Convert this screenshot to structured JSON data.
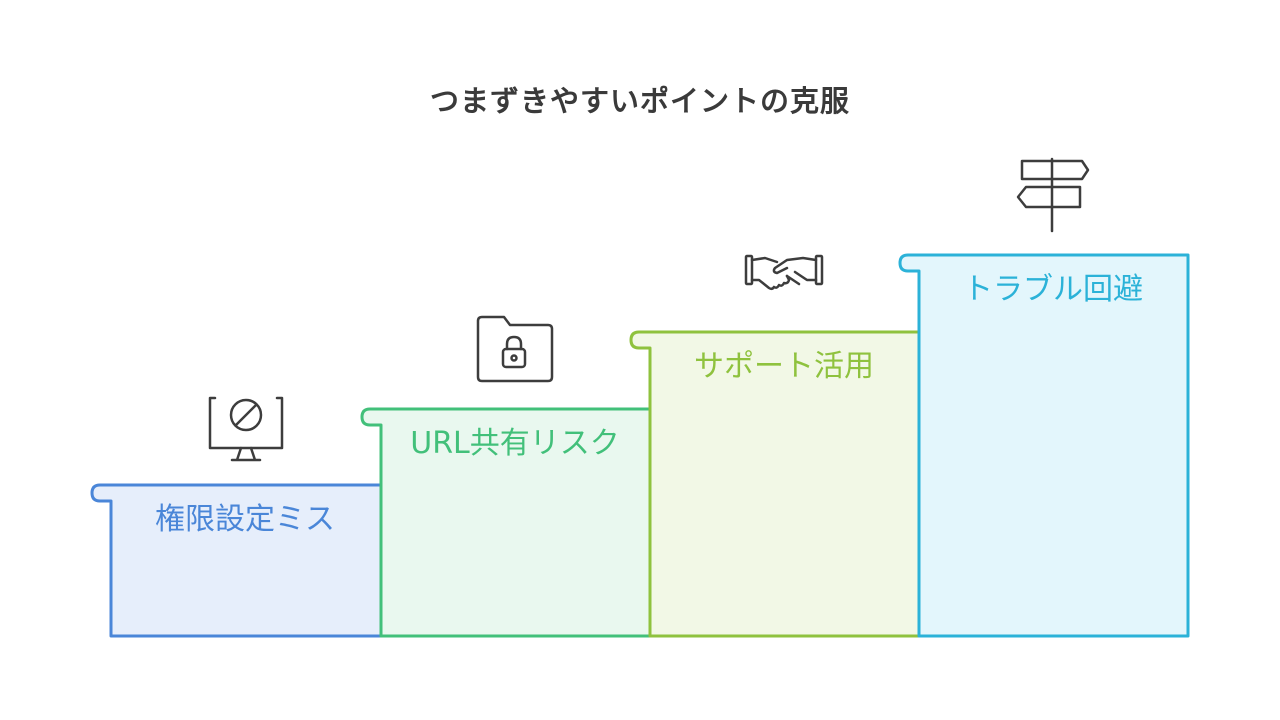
{
  "title": "つまずきやすいポイントの克服",
  "steps": [
    {
      "label": "権限設定ミス",
      "icon": "blocked-monitor-icon",
      "stroke": "#4a86d8",
      "fill": "#e6eefb",
      "text_color": "#4a86d8"
    },
    {
      "label": "URL共有リスク",
      "icon": "locked-folder-icon",
      "stroke": "#42c07a",
      "fill": "#e9f8ef",
      "text_color": "#42c07a"
    },
    {
      "label": "サポート活用",
      "icon": "handshake-icon",
      "stroke": "#8fc23e",
      "fill": "#f2f8e6",
      "text_color": "#8fc23e"
    },
    {
      "label": "トラブル回避",
      "icon": "signpost-icon",
      "stroke": "#2bb2d8",
      "fill": "#e3f6fc",
      "text_color": "#2bb2d8"
    }
  ]
}
